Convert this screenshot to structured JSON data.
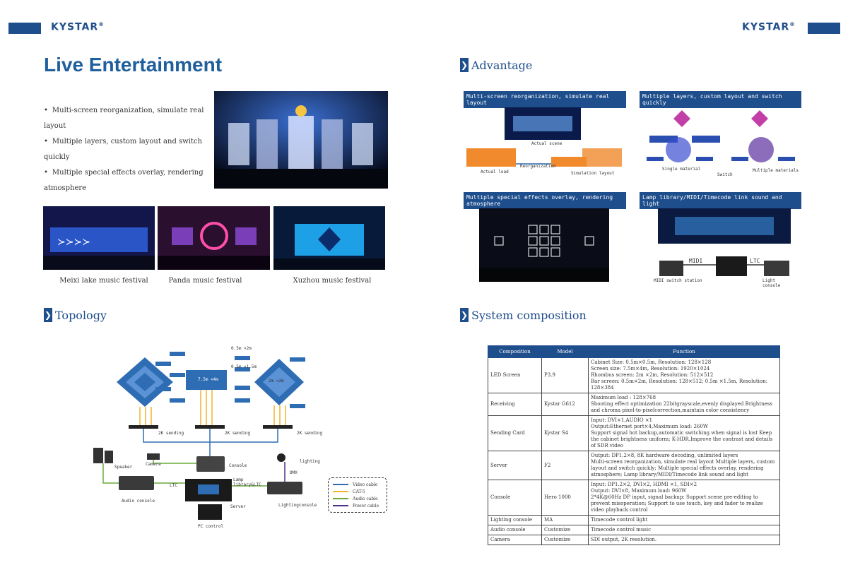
{
  "brand": {
    "logo_left": "KYSTAR",
    "logo_right": "KYSTAR",
    "reg": "®"
  },
  "left": {
    "title": "Live Entertainment",
    "bullets": [
      "Multi-screen reorganization, simulate real layout",
      "Multiple layers, custom layout and switch quickly",
      "Multiple special effects overlay, rendering atmosphere"
    ],
    "captions": [
      "Meixi lake music festival",
      "Panda music festival",
      "Xuzhou music festival"
    ],
    "topology": {
      "title": "Topology",
      "labels": {
        "size_top": "0.5m ×2m",
        "size_mid": "0.5m ×1.5m",
        "center_screen": "7.5m ×4m",
        "right_screen": "2m ×2m",
        "sending1": "2K sending",
        "sending2": "2K sending",
        "sending3": "2K sending",
        "speaker": "Speaker",
        "camera": "Camera",
        "console": "Console",
        "lighting": "lighting",
        "dmx": "DMX",
        "audio_console": "Audio console",
        "ltc": "LTC",
        "lamp": "Lamp library&LTC",
        "server": "Server",
        "lighting_console": "Lightingconsole",
        "pc": "PC control"
      },
      "legend": [
        {
          "label": "Video cable",
          "color": "#2e6db4"
        },
        {
          "label": "CAT-5",
          "color": "#f0b429"
        },
        {
          "label": "Audio cable",
          "color": "#6aab3b"
        },
        {
          "label": "Power cable",
          "color": "#4a2f8c"
        }
      ]
    }
  },
  "right": {
    "advantage_title": "Advantage",
    "adv_labels": [
      "Multi-screen reorganization, simulate real layout",
      "Multiple layers, custom layout and switch quickly",
      "Multiple special effects overlay, rendering atmosphere",
      "Lamp library/MIDI/Timecode link sound and light"
    ],
    "adv1": {
      "actual_scene": "Actual scene",
      "actual_load": "Actual load",
      "reorg": "Reorganization",
      "sim": "Simulation layout"
    },
    "adv2": {
      "single": "Single material",
      "switch": "Switch",
      "multiple": "Multiple materials"
    },
    "adv4": {
      "midi": "MIDI",
      "ltc": "LTC",
      "midi_station": "MIDI switch station",
      "light_console": "Light console"
    },
    "system_title": "System composition",
    "table": {
      "headers": [
        "Composition",
        "Model",
        "Function"
      ],
      "rows": [
        [
          "LED Screen",
          "P3.9",
          "Cabinet Size: 0.5m×0.5m, Resolution: 128×128\nScreen size: 7.5m×4m, Resolution: 1920×1024\nRhombus screen: 2m ×2m, Resolution: 512×512\nBar screen: 0.5m×2m, Resolution: 128×512; 0.5m ×1.5m, Resolution: 128×384"
        ],
        [
          "Receiving",
          "Kystar G612",
          "Maximum load : 128×768\nShooting effect optimization 22bitgrayscale,evenly displayed Brightness and chroma pixel-to-pixelcorrection,maintain color consistency"
        ],
        [
          "Sending Card",
          "Kystar S4",
          "Input: DVI×1,AUDIO ×1\nOutput:Ethernet port×4,Maximum load: 260W\nSupport signal hot backup,automatic switching when signal is lost Keep the cabinet brightness uniform; K-HDR,Improve the contrast and details of SDR video"
        ],
        [
          "Server",
          "F2",
          "Output: DP1.2×8, 8K hardware decoding, unlimited layers\nMulti-screen reorganization, simulate real layout Multiple layers, custom layout and switch quickly; Multiple special effects overlay, rendering atmosphere; Lamp library/MIDI/Timecode link sound and light"
        ],
        [
          "Console",
          "Hero 1000",
          "Input: DP1.2×2, DVI×2, HDMI ×1, SDI×2\nOutput: DVI×8, Maximum load: 960W\n2*4K@60Hz DP input, signal backup; Support scene pre-editing to prevent misoperation; Support to use touch, key and fader to realize video playback control"
        ],
        [
          "Lighting console",
          "MA",
          "Timecode control light"
        ],
        [
          "Audio console",
          "Customize",
          "Timecode control music"
        ],
        [
          "Camera",
          "Customize",
          "SDI output, 2K resolution."
        ]
      ]
    }
  }
}
